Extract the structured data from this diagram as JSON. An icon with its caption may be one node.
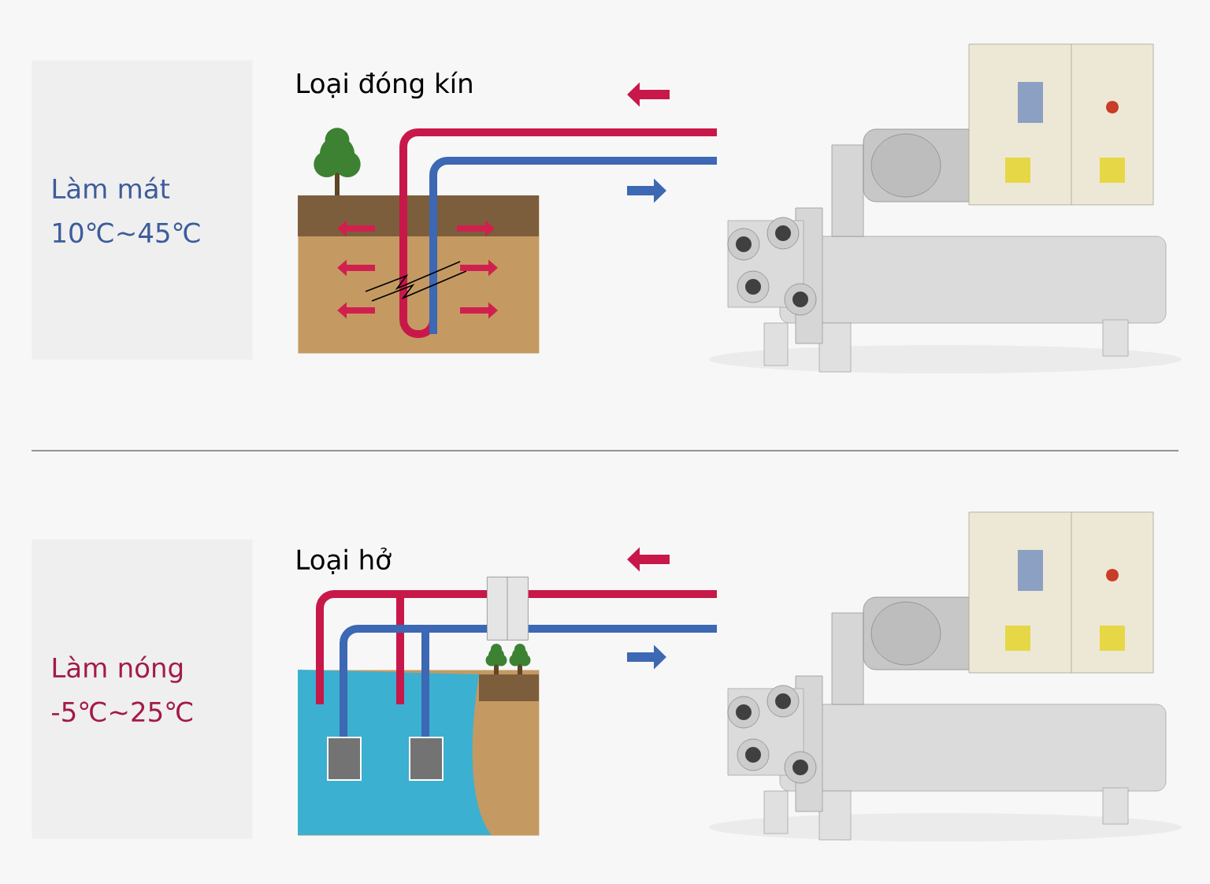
{
  "diagram": {
    "nodes": [
      {
        "text": [
          "Làm mát",
          "10℃~45℃"
        ]
      },
      {
        "text": [],
        "shape": "picture"
      },
      {
        "text": [],
        "shape": "picture"
      },
      {
        "text": [
          "Làm nóng",
          "-5℃~25℃"
        ]
      },
      {
        "text": [],
        "shape": "picture"
      },
      {
        "text": [],
        "shape": "box"
      },
      {
        "text": [],
        "shape": "picture"
      }
    ],
    "edges": [
      {
        "from": 2,
        "to": 1,
        "arrow": "none",
        "color": "#c8184a"
      },
      {
        "from": 1,
        "to": 2,
        "arrow": "none",
        "color": "#3c68b4"
      },
      {
        "from": 6,
        "to": 5,
        "arrow": "none",
        "color": "#c8184a"
      },
      {
        "from": 5,
        "to": 6,
        "arrow": "none",
        "color": "#3c68b4"
      },
      {
        "from": 5,
        "to": 4,
        "arrow": "none",
        "color": "#c8184a"
      },
      {
        "from": 4,
        "to": 5,
        "arrow": "none",
        "color": "#3c68b4"
      }
    ],
    "labels": [
      "Loại đóng kín",
      "Loại hở"
    ]
  }
}
